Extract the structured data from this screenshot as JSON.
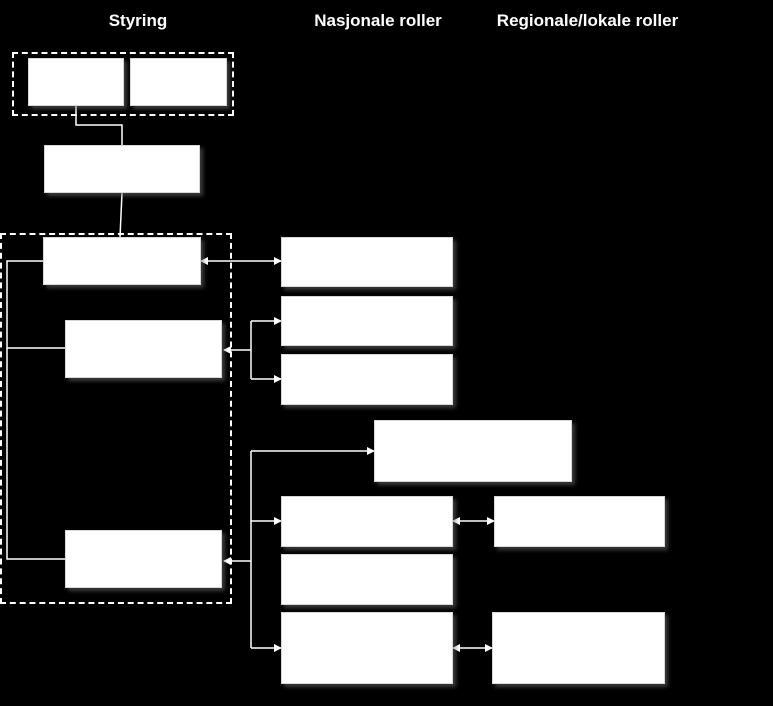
{
  "headers": {
    "styring": "Styring",
    "nasjonale": "Nasjonale roller",
    "regionale": "Regionale/lokale roller"
  },
  "colors": {
    "background": "#000000",
    "box": "#ffffff",
    "line": "#ffffff"
  }
}
